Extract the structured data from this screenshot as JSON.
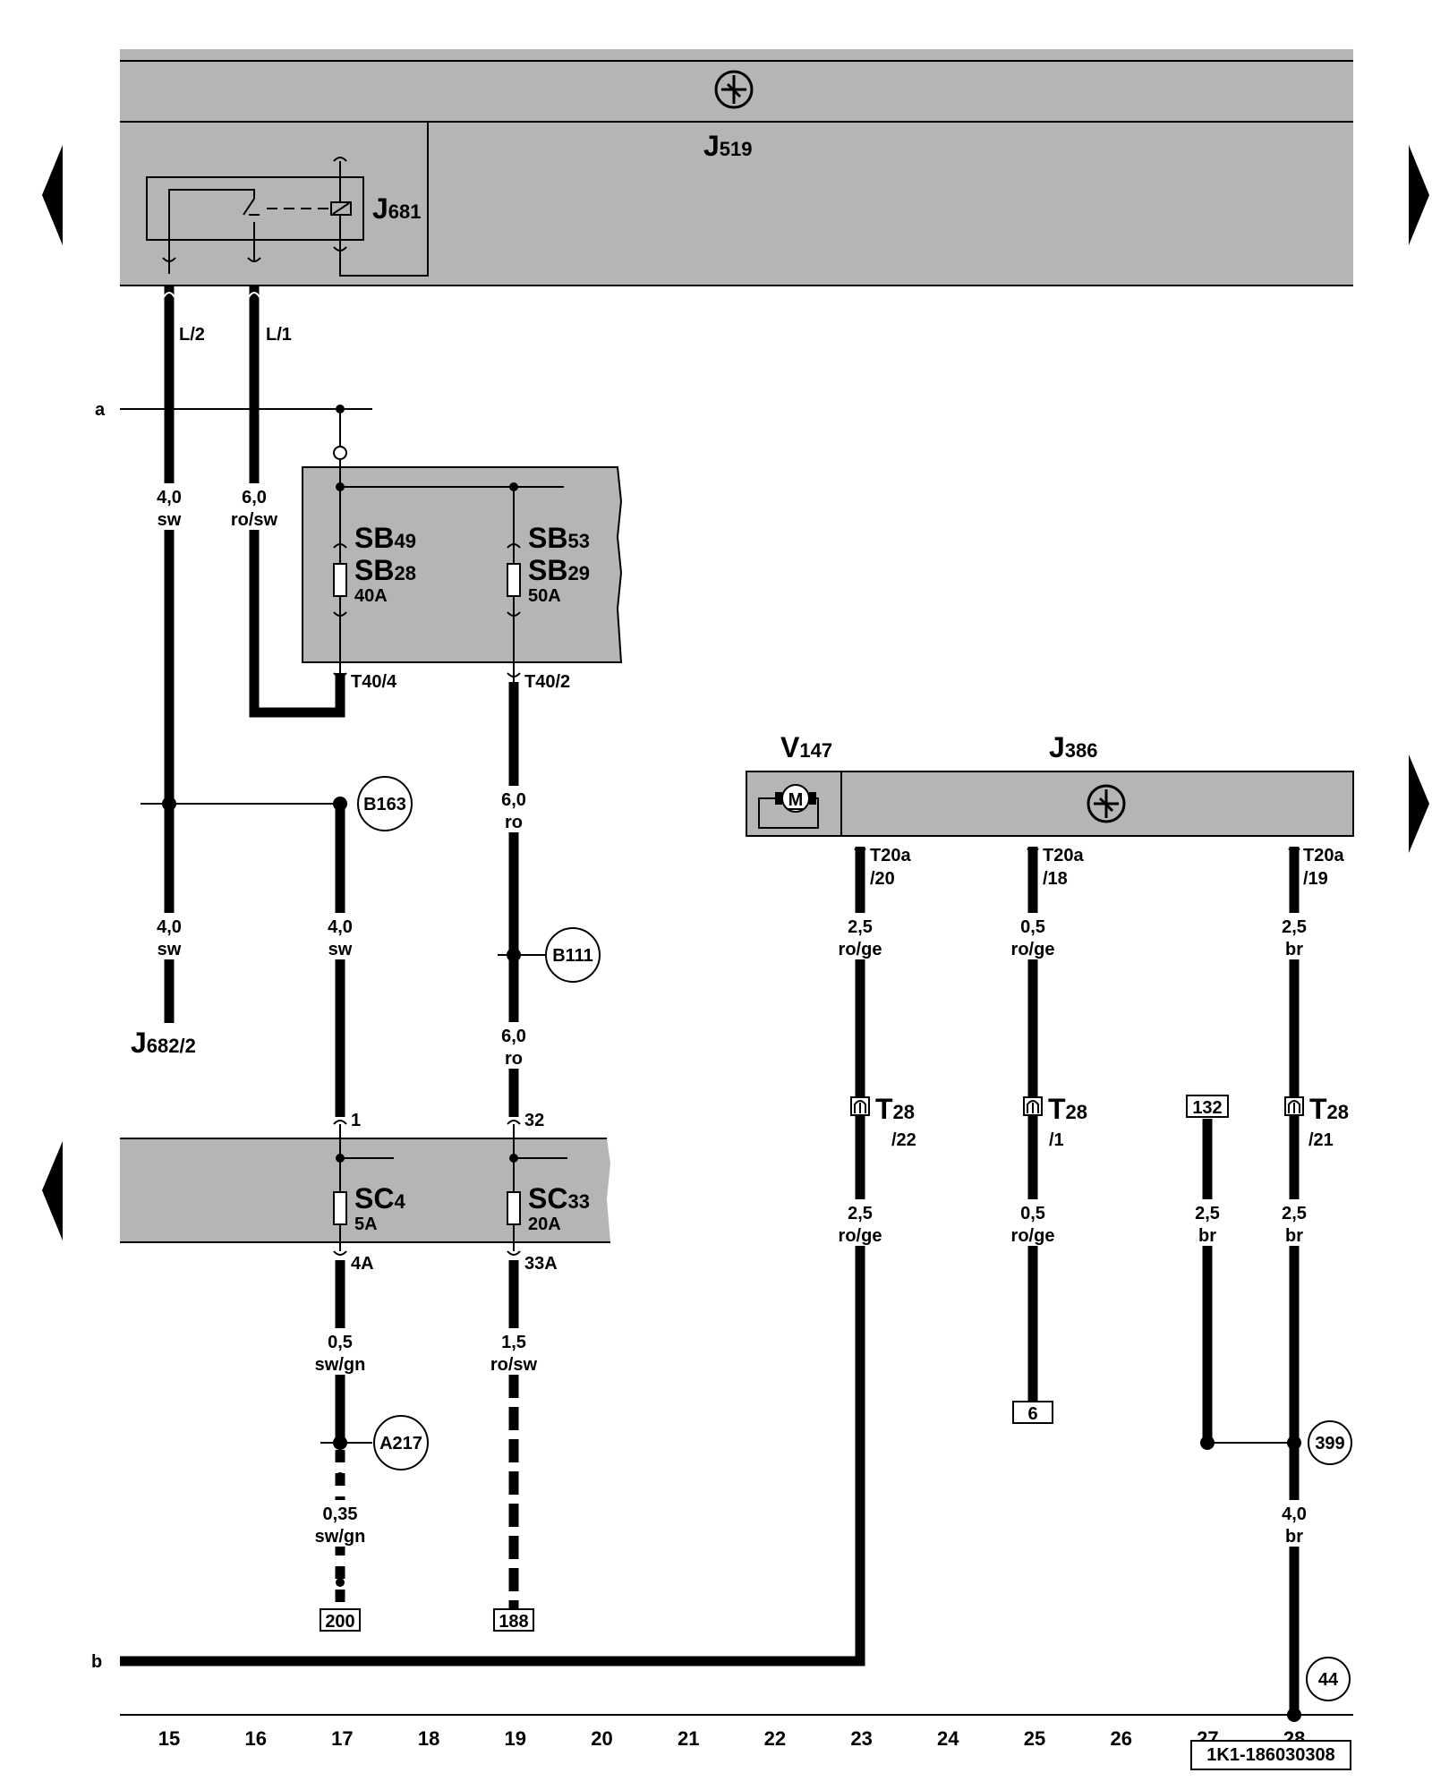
{
  "components": {
    "j519": {
      "letter": "J",
      "num": "519"
    },
    "j681": {
      "letter": "J",
      "num": "681"
    },
    "j682": {
      "letter": "J",
      "num": "682",
      "pin": "/2"
    },
    "v147": {
      "letter": "V",
      "num": "147"
    },
    "j386": {
      "letter": "J",
      "num": "386"
    },
    "motor": "M"
  },
  "pins": {
    "l2": "L/2",
    "l1": "L/1",
    "t40_4": "T40/4",
    "t40_2": "T40/2",
    "t20a": "T20a",
    "t20a_20": "/20",
    "t20a_18": "/18",
    "t20a_19": "/19",
    "sc_in1": "1",
    "sc_in32": "32",
    "sc_out4a": "4A",
    "sc_out33a": "33A"
  },
  "wires": {
    "w15a": {
      "gauge": "4,0",
      "color": "sw"
    },
    "w16": {
      "gauge": "6,0",
      "color": "ro/sw"
    },
    "w15b": {
      "gauge": "4,0",
      "color": "sw"
    },
    "w17a": {
      "gauge": "4,0",
      "color": "sw"
    },
    "w19a": {
      "gauge": "6,0",
      "color": "ro"
    },
    "w19b": {
      "gauge": "6,0",
      "color": "ro"
    },
    "w17b": {
      "gauge": "0,5",
      "color": "sw/gn"
    },
    "w17c": {
      "gauge": "0,35",
      "color": "sw/gn"
    },
    "w19c": {
      "gauge": "1,5",
      "color": "ro/sw"
    },
    "w23a": {
      "gauge": "2,5",
      "color": "ro/ge"
    },
    "w25a": {
      "gauge": "0,5",
      "color": "ro/ge"
    },
    "w28a": {
      "gauge": "2,5",
      "color": "br"
    },
    "w23b": {
      "gauge": "2,5",
      "color": "ro/ge"
    },
    "w25b": {
      "gauge": "0,5",
      "color": "ro/ge"
    },
    "w27": {
      "gauge": "2,5",
      "color": "br"
    },
    "w28b": {
      "gauge": "2,5",
      "color": "br"
    },
    "w28c": {
      "gauge": "4,0",
      "color": "br"
    }
  },
  "fuses": {
    "sb49": {
      "letters": "SB",
      "num": "49"
    },
    "sb28": {
      "letters": "SB",
      "num": "28",
      "rating": "40A"
    },
    "sb53": {
      "letters": "SB",
      "num": "53"
    },
    "sb29": {
      "letters": "SB",
      "num": "29",
      "rating": "50A"
    },
    "sc4": {
      "letters": "SC",
      "num": "4",
      "rating": "5A"
    },
    "sc33": {
      "letters": "SC",
      "num": "33",
      "rating": "20A"
    }
  },
  "connectors": {
    "t28": {
      "letter": "T",
      "num": "28"
    },
    "t28_22": "/22",
    "t28_1": "/1",
    "t28_21": "/21"
  },
  "ground_points": {
    "b163": "B163",
    "b111": "B111",
    "a217": "A217",
    "c399": "399",
    "c44": "44"
  },
  "references": {
    "r200": "200",
    "r188": "188",
    "r6": "6",
    "r132": "132"
  },
  "line_markers": {
    "a": "a",
    "b": "b"
  },
  "column_numbers": [
    "15",
    "16",
    "17",
    "18",
    "19",
    "20",
    "21",
    "22",
    "23",
    "24",
    "25",
    "26",
    "27",
    "28"
  ],
  "drawing_id": "1K1-186030308"
}
